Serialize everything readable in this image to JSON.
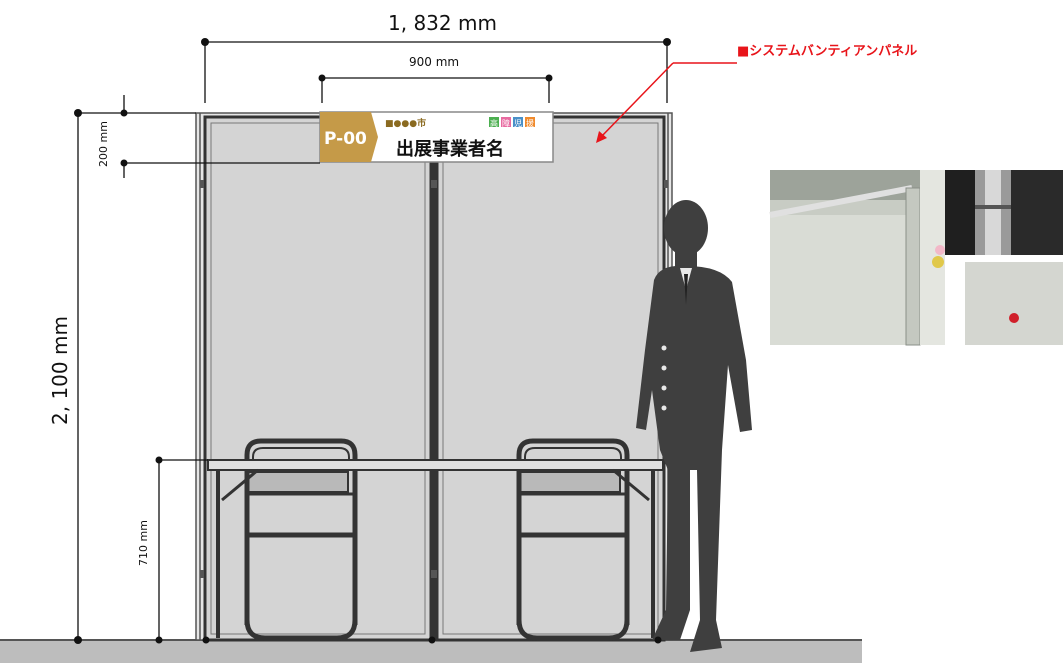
{
  "dimensions": {
    "total_width": "1, 832  mm",
    "panel_width": "900 mm",
    "sign_height": "200 mm",
    "total_height": "2, 100  mm",
    "table_height": "710 mm"
  },
  "callout": {
    "label": "■システムバンティアンパネル"
  },
  "sign": {
    "booth_number": "P-00",
    "city": "■●●●市",
    "tags": [
      "高",
      "障",
      "児",
      "援"
    ],
    "exhibitor_name": "出展事業者名"
  },
  "colors": {
    "callout_red": "#e8141a",
    "sign_gold": "#c59a48",
    "panel_gray": "#d4d4d4",
    "frame_dark": "#333333",
    "silhouette": "#3f3f3f",
    "floor": "#bdbdbd",
    "tag_green": "#4caf50",
    "tag_pink": "#e86aa0",
    "tag_blue": "#4a90c8",
    "tag_orange": "#f08a2c"
  }
}
